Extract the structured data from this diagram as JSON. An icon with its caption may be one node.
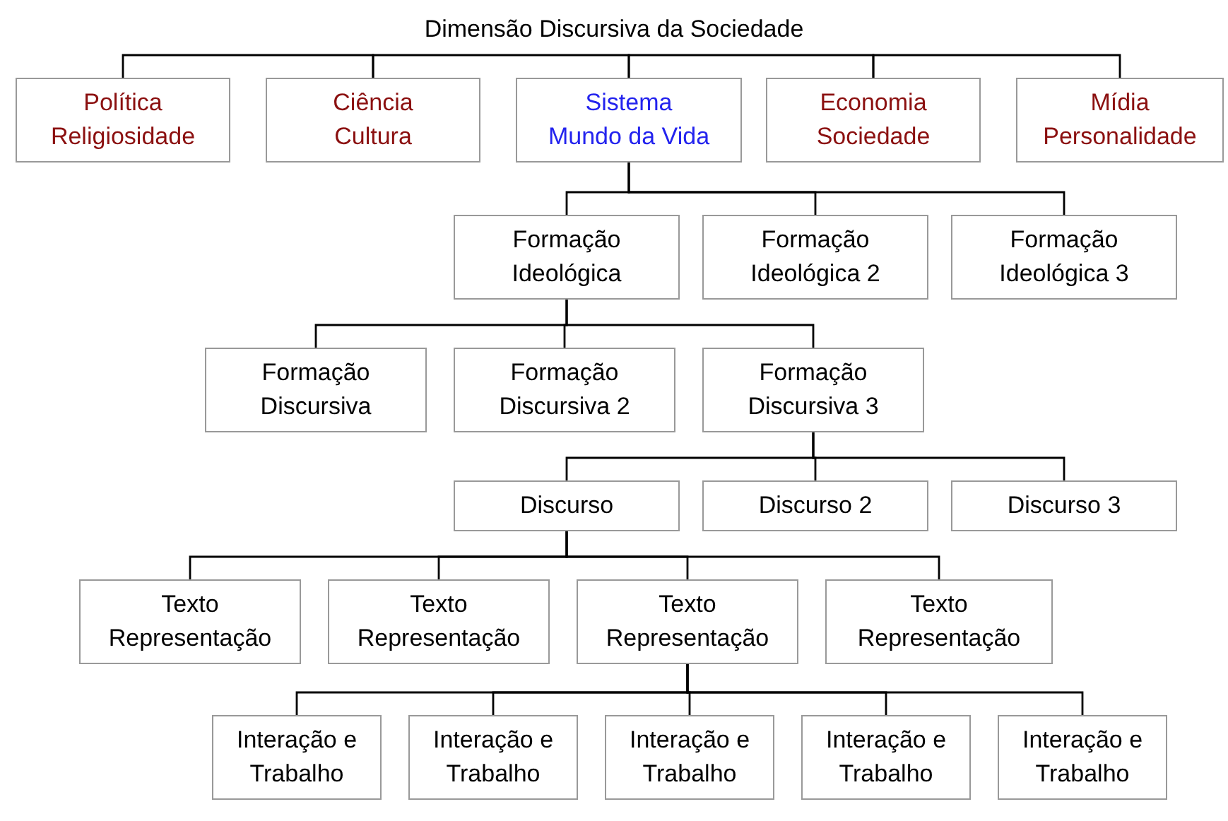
{
  "diagram": {
    "title": "Dimensão Discursiva da Sociedade",
    "nodes": [
      {
        "text": [
          "Política",
          "Religiosidade"
        ]
      },
      {
        "text": [
          "Ciência",
          "Cultura"
        ]
      },
      {
        "text": [
          "Sistema",
          "Mundo da Vida"
        ]
      },
      {
        "text": [
          "Economia",
          "Sociedade"
        ]
      },
      {
        "text": [
          "Mídia",
          "Personalidade"
        ]
      },
      {
        "text": [
          "Formação Ideológica"
        ]
      },
      {
        "text": [
          "Formação Ideológica 2"
        ]
      },
      {
        "text": [
          "Formação Ideológica 3"
        ]
      },
      {
        "text": [
          "Formação Discursiva"
        ]
      },
      {
        "text": [
          "Formação Discursiva 2"
        ]
      },
      {
        "text": [
          "Formação Discursiva 3"
        ]
      },
      {
        "text": [
          "Discurso"
        ]
      },
      {
        "text": [
          "Discurso 2"
        ]
      },
      {
        "text": [
          "Discurso 3"
        ]
      },
      {
        "text": [
          "Texto Representação"
        ]
      },
      {
        "text": [
          "Texto Representação"
        ]
      },
      {
        "text": [
          "Texto Representação"
        ]
      },
      {
        "text": [
          "Texto Representação"
        ]
      },
      {
        "text": [
          "Interação e Trabalho"
        ]
      },
      {
        "text": [
          "Interação e Trabalho"
        ]
      },
      {
        "text": [
          "Interação e Trabalho"
        ]
      },
      {
        "text": [
          "Interação e Trabalho"
        ]
      },
      {
        "text": [
          "Interação e Trabalho"
        ]
      }
    ],
    "edges": [
      {
        "from": 0,
        "to": 1,
        "arrow": "none"
      },
      {
        "from": 1,
        "to": 2,
        "arrow": "none"
      },
      {
        "from": 2,
        "to": 3,
        "arrow": "none"
      },
      {
        "from": 3,
        "to": 4,
        "arrow": "none"
      },
      {
        "from": 2,
        "to": 5,
        "arrow": "none"
      },
      {
        "from": 2,
        "to": 6,
        "arrow": "none"
      },
      {
        "from": 2,
        "to": 7,
        "arrow": "none"
      },
      {
        "from": 5,
        "to": 8,
        "arrow": "none"
      },
      {
        "from": 5,
        "to": 9,
        "arrow": "none"
      },
      {
        "from": 5,
        "to": 10,
        "arrow": "none"
      },
      {
        "from": 10,
        "to": 11,
        "arrow": "none"
      },
      {
        "from": 10,
        "to": 12,
        "arrow": "none"
      },
      {
        "from": 10,
        "to": 13,
        "arrow": "none"
      },
      {
        "from": 11,
        "to": 14,
        "arrow": "none"
      },
      {
        "from": 11,
        "to": 15,
        "arrow": "none"
      },
      {
        "from": 11,
        "to": 16,
        "arrow": "none"
      },
      {
        "from": 11,
        "to": 17,
        "arrow": "none"
      },
      {
        "from": 16,
        "to": 18,
        "arrow": "none"
      },
      {
        "from": 16,
        "to": 19,
        "arrow": "none"
      },
      {
        "from": 16,
        "to": 20,
        "arrow": "none"
      },
      {
        "from": 16,
        "to": 21,
        "arrow": "none"
      },
      {
        "from": 16,
        "to": 22,
        "arrow": "none"
      }
    ]
  }
}
